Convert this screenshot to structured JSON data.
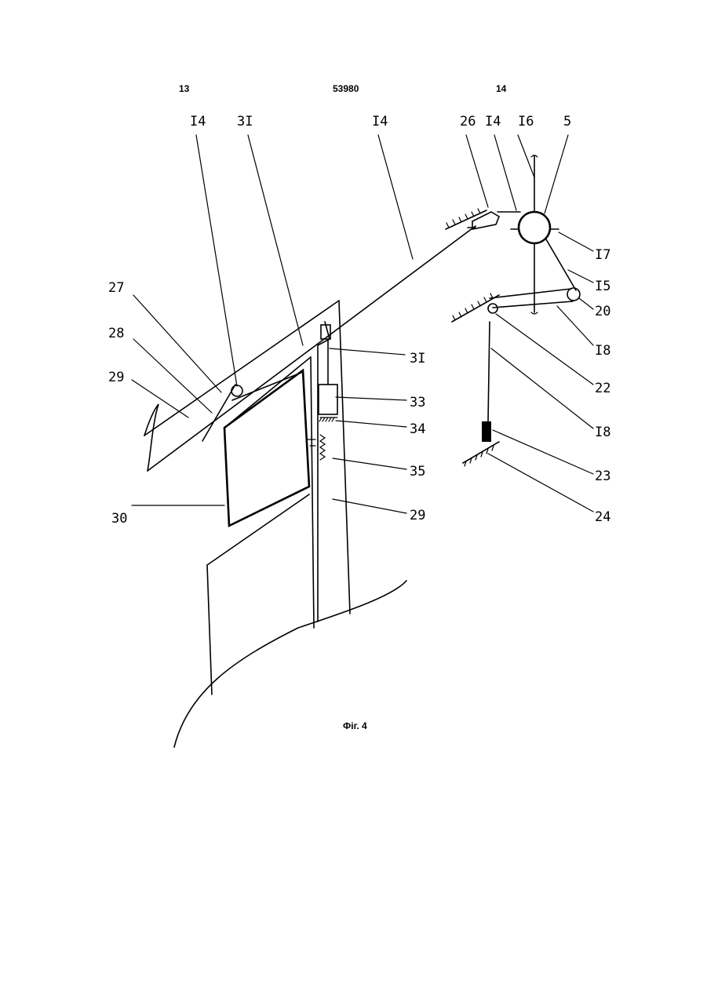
{
  "header": {
    "page_left": "13",
    "patent_number": "53980",
    "page_right": "14"
  },
  "caption": "Фіг. 4",
  "labels": {
    "top_14_left": "I4",
    "top_31": "3I",
    "top_14_mid": "I4",
    "top_26": "26",
    "top_14_right": "I4",
    "top_16": "I6",
    "top_5": "5",
    "l_27": "27",
    "l_28": "28",
    "l_29": "29",
    "l_30": "30",
    "r_31": "3I",
    "r_33": "33",
    "r_34": "34",
    "r_35": "35",
    "r_29": "29",
    "r_17": "I7",
    "r_15": "I5",
    "r_20": "20",
    "r_18a": "I8",
    "r_22": "22",
    "r_18b": "I8",
    "r_23": "23",
    "r_24": "24"
  }
}
